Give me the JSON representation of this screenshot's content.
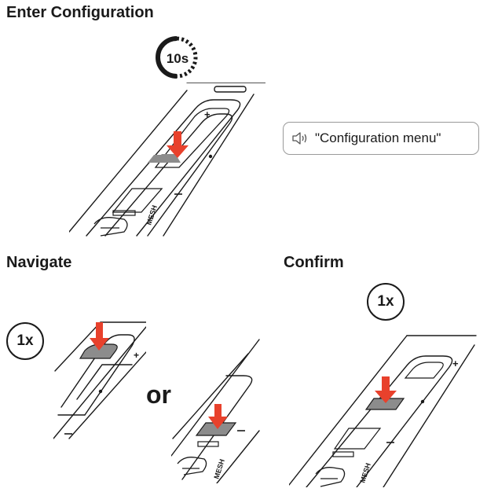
{
  "sections": {
    "enter": {
      "title": "Enter Configuration",
      "timer": "10s"
    },
    "navigate": {
      "title": "Navigate",
      "press_count": "1x",
      "separator": "or"
    },
    "confirm": {
      "title": "Confirm",
      "press_count": "1x"
    }
  },
  "voice_prompt": {
    "text": "\"Configuration menu\"",
    "icon": "speaker-icon"
  },
  "device": {
    "label": "MESH",
    "plus_symbol": "+",
    "minus_symbol": "−"
  },
  "colors": {
    "arrow": "#e8412c",
    "button_highlight": "#8c8c8c",
    "ink": "#1a1a1a"
  }
}
